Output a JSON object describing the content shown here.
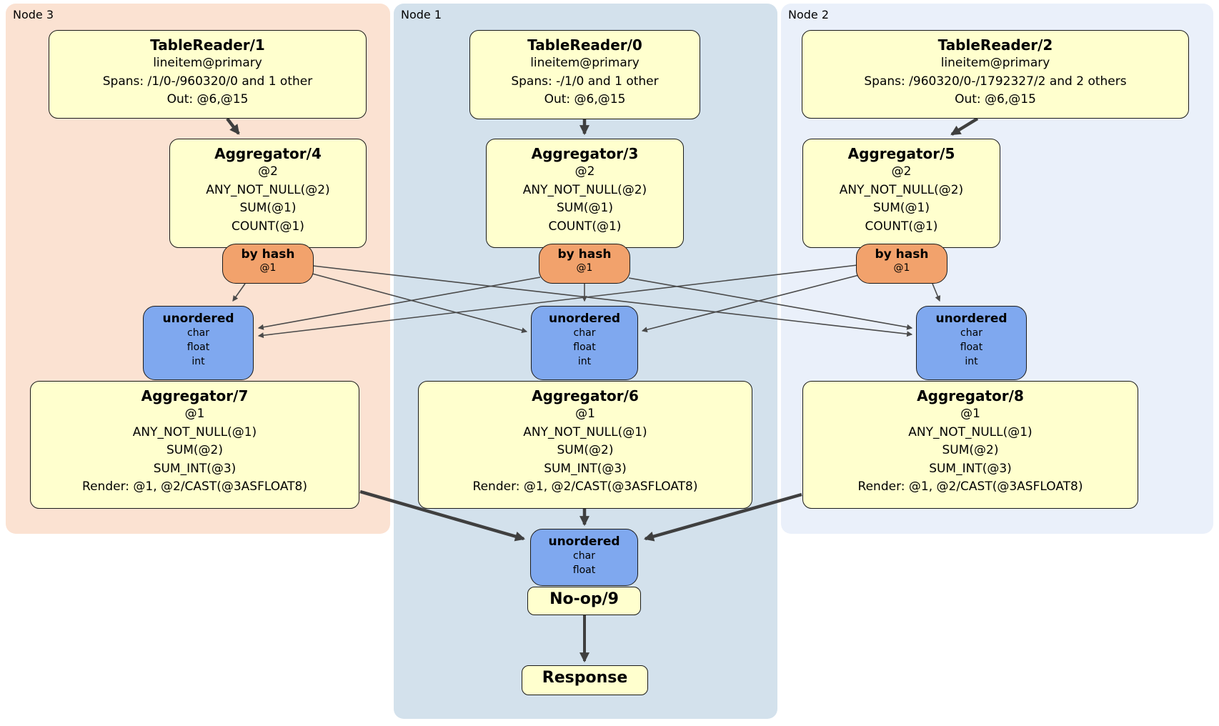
{
  "regions": {
    "node3": {
      "label": "Node 3"
    },
    "node1": {
      "label": "Node 1"
    },
    "node2": {
      "label": "Node 2"
    }
  },
  "processors": {
    "tablereader1": {
      "title": "TableReader/1",
      "lines": [
        "lineitem@primary",
        "Spans: /1/0-/960320/0 and 1 other",
        "Out: @6,@15"
      ]
    },
    "tablereader0": {
      "title": "TableReader/0",
      "lines": [
        "lineitem@primary",
        "Spans: -/1/0 and 1 other",
        "Out: @6,@15"
      ]
    },
    "tablereader2": {
      "title": "TableReader/2",
      "lines": [
        "lineitem@primary",
        "Spans: /960320/0-/1792327/2 and 2 others",
        "Out: @6,@15"
      ]
    },
    "aggregator4": {
      "title": "Aggregator/4",
      "lines": [
        "@2",
        "ANY_NOT_NULL(@2)",
        "SUM(@1)",
        "COUNT(@1)"
      ]
    },
    "aggregator3": {
      "title": "Aggregator/3",
      "lines": [
        "@2",
        "ANY_NOT_NULL(@2)",
        "SUM(@1)",
        "COUNT(@1)"
      ]
    },
    "aggregator5": {
      "title": "Aggregator/5",
      "lines": [
        "@2",
        "ANY_NOT_NULL(@2)",
        "SUM(@1)",
        "COUNT(@1)"
      ]
    },
    "aggregator7": {
      "title": "Aggregator/7",
      "lines": [
        "@1",
        "ANY_NOT_NULL(@1)",
        "SUM(@2)",
        "SUM_INT(@3)",
        "Render: @1, @2/CAST(@3ASFLOAT8)"
      ]
    },
    "aggregator6": {
      "title": "Aggregator/6",
      "lines": [
        "@1",
        "ANY_NOT_NULL(@1)",
        "SUM(@2)",
        "SUM_INT(@3)",
        "Render: @1, @2/CAST(@3ASFLOAT8)"
      ]
    },
    "aggregator8": {
      "title": "Aggregator/8",
      "lines": [
        "@1",
        "ANY_NOT_NULL(@1)",
        "SUM(@2)",
        "SUM_INT(@3)",
        "Render: @1, @2/CAST(@3ASFLOAT8)"
      ]
    },
    "noop9": {
      "title": "No-op/9"
    },
    "response": {
      "title": "Response"
    }
  },
  "routers": {
    "hash3": {
      "title": "by hash",
      "detail": "@1"
    },
    "hash1": {
      "title": "by hash",
      "detail": "@1"
    },
    "hash2": {
      "title": "by hash",
      "detail": "@1"
    }
  },
  "syncs": {
    "unordered3": {
      "title": "unordered",
      "items": [
        "char",
        "float",
        "int"
      ]
    },
    "unordered1": {
      "title": "unordered",
      "items": [
        "char",
        "float",
        "int"
      ]
    },
    "unordered2": {
      "title": "unordered",
      "items": [
        "char",
        "float",
        "int"
      ]
    },
    "unordered_final": {
      "title": "unordered",
      "items": [
        "char",
        "float"
      ]
    }
  },
  "colors": {
    "node3_background": "#fbe2d2",
    "node1_background": "#d3e1ec",
    "node2_background": "#eaf0fa",
    "processor_background": "#ffffce",
    "router_background": "#f2a26c",
    "sync_background": "#7fa8ef",
    "edge": "#3f3f3f"
  }
}
